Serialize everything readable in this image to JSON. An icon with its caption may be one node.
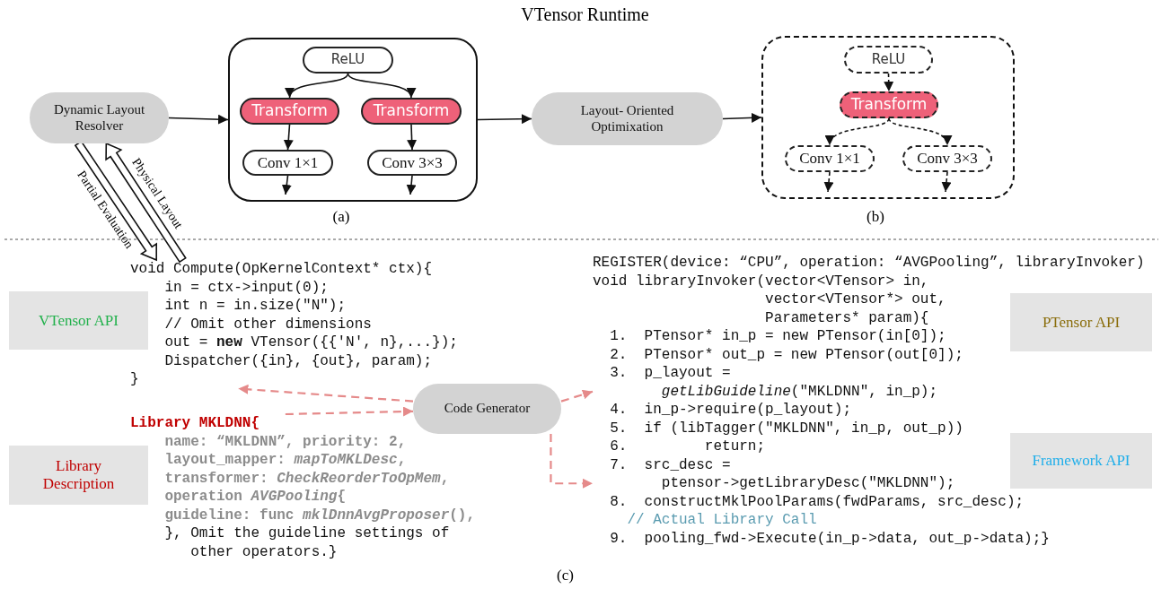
{
  "diagram": {
    "title": "VTensor Runtime",
    "nodes": [
      {
        "text": [
          "Dynamic Layout Resolver"
        ]
      },
      {
        "text": [],
        "shape": "box",
        "beside": [
          "(a)"
        ]
      },
      {
        "text": [
          "ReLU"
        ],
        "in": 1
      },
      {
        "text": [
          "Transform"
        ],
        "in": 1
      },
      {
        "text": [
          "Transform"
        ],
        "in": 1
      },
      {
        "text": [
          "Conv 1×1"
        ],
        "in": 1
      },
      {
        "text": [
          "Conv 3×3"
        ],
        "in": 1
      },
      {
        "text": [
          "Layout- Oriented Optimixation"
        ]
      },
      {
        "text": [],
        "shape": "box",
        "beside": [
          "(b)"
        ]
      },
      {
        "text": [
          "ReLU"
        ],
        "in": 8
      },
      {
        "text": [
          "Transform"
        ],
        "in": 8
      },
      {
        "text": [
          "Conv 1×1"
        ],
        "in": 8
      },
      {
        "text": [
          "Conv 3×3"
        ],
        "in": 8
      },
      {
        "text": [
          "void Compute(OpKernelContext* ctx){",
          "in = ctx->input(0);",
          "int n = in.size(\"N\");",
          "// Omit other dimensions",
          "out = **new** VTensor({{'N', n},...});",
          "Dispatcher({in}, {out}, param);",
          "}"
        ]
      },
      {
        "text": [
          "Code Generator"
        ]
      },
      {
        "text": [
          "Library MKLDNN{",
          "name: “MKLDNN”, priority: 2,",
          "layout_mapper: *mapToMKLDesc*,",
          "transformer: *CheckReorderToOpMem*,",
          "operation *AVGPooling*{",
          "guideline: func *mklDnnAvgProposer*(),",
          "}, Omit the guideline settings of other operators.}"
        ]
      },
      {
        "text": [
          "REGISTER(device: “CPU”, operation: “AVGPooling”, libraryInvoker)",
          "void libraryInvoker(vector<VTensor> in,",
          "vector<VTensor*> out,",
          "Parameters* param){",
          "1.  PTensor* in_p = new PTensor(in[0]);",
          "2.  PTensor* out_p = new PTensor(out[0]);",
          "3.  p_layout =",
          "*getLibGuideline*(\"MKLDNN\", in_p);",
          "4.  in_p->require(p_layout);",
          "5.  if (libTagger(\"MKLDNN\", in_p, out_p))",
          "6.         return;",
          "7.  src_desc =",
          "ptensor->getLibraryDesc(\"MKLDNN\");",
          "8.  constructMklPoolParams(fwdParams, src_desc);",
          "// Actual Library Call",
          "9.  pooling_fwd->Execute(in_p->data, out_p->data);}"
        ]
      },
      {
        "text": [
          "VTensor API"
        ]
      },
      {
        "text": [
          "Library Description"
        ]
      },
      {
        "text": [
          "PTensor API"
        ]
      },
      {
        "text": [
          "Framework API"
        ]
      }
    ],
    "edges": [
      {
        "from": 0,
        "to": 1,
        "arrow": "to"
      },
      {
        "from": 2,
        "to": 3,
        "arrow": "to"
      },
      {
        "from": 2,
        "to": 4,
        "arrow": "to"
      },
      {
        "from": 3,
        "to": 5,
        "arrow": "to"
      },
      {
        "from": 4,
        "to": 6,
        "arrow": "to"
      },
      {
        "from": 5,
        "to": null,
        "arrow": "to"
      },
      {
        "from": 6,
        "to": null,
        "arrow": "to"
      },
      {
        "from": 1,
        "to": 7,
        "arrow": "to"
      },
      {
        "from": 7,
        "to": 8,
        "arrow": "to"
      },
      {
        "from": 9,
        "to": 10,
        "arrow": "to",
        "style": "dashed"
      },
      {
        "from": 10,
        "to": 11,
        "arrow": "to",
        "style": "dashed"
      },
      {
        "from": 10,
        "to": 12,
        "arrow": "to",
        "style": "dashed"
      },
      {
        "from": 11,
        "to": null,
        "arrow": "to",
        "style": "dashed"
      },
      {
        "from": 12,
        "to": null,
        "arrow": "to",
        "style": "dashed"
      },
      {
        "from": 13,
        "to": 0,
        "arrow": "to",
        "label": "Physical Layout",
        "style": "thick"
      },
      {
        "from": 0,
        "to": 13,
        "arrow": "to",
        "label": "Partial Evaluation",
        "style": "thick"
      },
      {
        "from": 14,
        "to": 13,
        "arrow": "to",
        "style": "dashed",
        "color": "#e58a8a"
      },
      {
        "from": 15,
        "to": 14,
        "arrow": "to",
        "style": "dashed",
        "color": "#e58a8a"
      },
      {
        "from": 14,
        "to": 16,
        "arrow": "to",
        "style": "dashed",
        "color": "#e58a8a"
      },
      {
        "from": 14,
        "to": 16,
        "arrow": "to",
        "style": "dashed",
        "color": "#e58a8a"
      }
    ],
    "labels": [
      "(c)"
    ]
  }
}
